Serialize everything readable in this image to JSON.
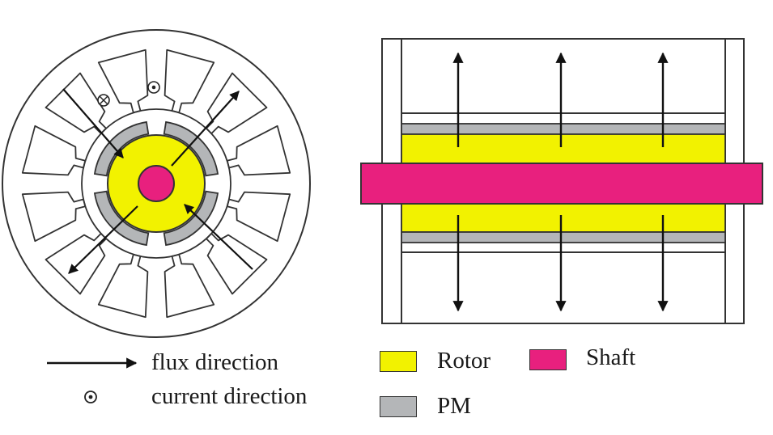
{
  "legend": {
    "flux_direction": "flux direction",
    "current_direction": "current direction",
    "rotor": "Rotor",
    "shaft": "Shaft",
    "pm": "PM"
  },
  "colors": {
    "rotor": "#f2f200",
    "shaft": "#e8207e",
    "pm": "#b4b6b8",
    "line": "#333333"
  },
  "icons": {
    "flux_arrow": "arrow-right-icon",
    "current_out": "dot-in-circle-icon",
    "current_in": "cross-in-circle-icon"
  }
}
